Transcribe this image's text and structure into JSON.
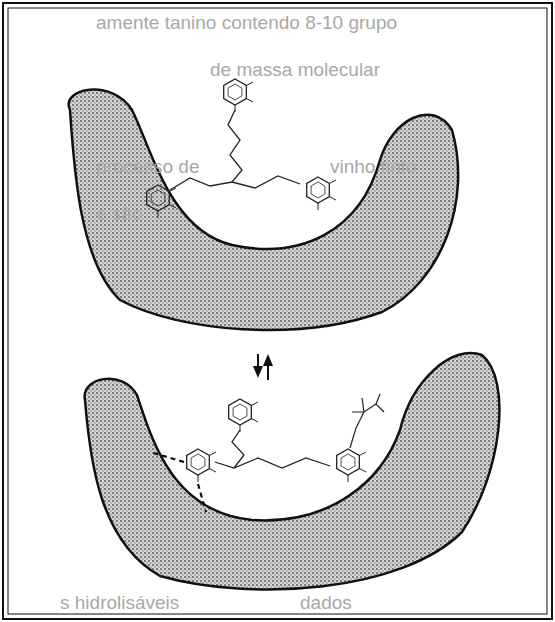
{
  "diagram": {
    "labels": [
      "amente tanino contendo 8-10 grupo",
      "de massa molecular",
      "processo de",
      "vinho tinto",
      "e são",
      "s hidrolisáveis",
      "dados"
    ]
  }
}
